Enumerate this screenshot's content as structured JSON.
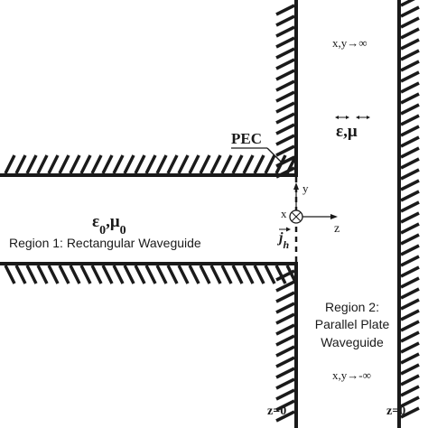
{
  "labels": {
    "pec": "PEC",
    "region1_params": "ε0,μ0",
    "region1_name": "Region 1: Rectangular Waveguide",
    "region2_params": "ε,μ",
    "region2_line1": "Region 2:",
    "region2_line2": "Parallel Plate",
    "region2_line3": "Waveguide",
    "top_limit": "x,y→∞",
    "bottom_limit": "x,y→-∞",
    "axis_y": "y",
    "axis_z": "z",
    "axis_x": "x",
    "current": "jh",
    "z0_left": "z=0",
    "z0_right": "z=0"
  },
  "colors": {
    "ink": "#1a1a1a",
    "background": "#ffffff"
  }
}
